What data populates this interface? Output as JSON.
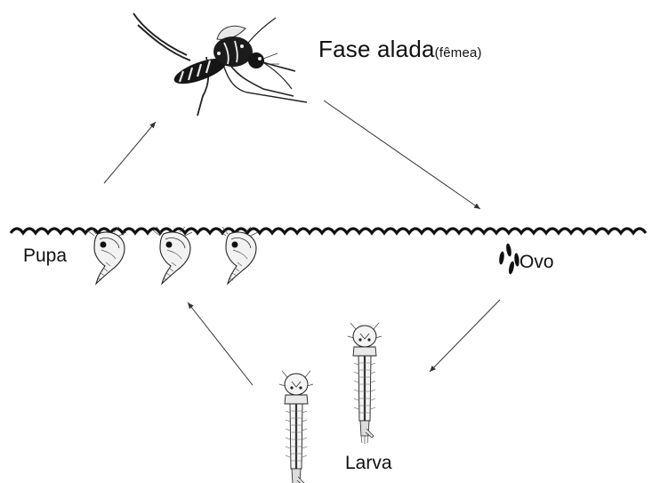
{
  "labels": {
    "adult_main": "Fase alada",
    "adult_sub": "(fêmea)",
    "pupa": "Pupa",
    "egg": "Ovo",
    "larva": "Larva"
  },
  "colors": {
    "ink": "#111111",
    "water": "#111111",
    "arrow": "#333333",
    "background": "#ffffff"
  },
  "icons": {
    "adult": "mosquito-icon",
    "pupa": "pupa-icon",
    "egg": "egg-icon",
    "larva": "larva-icon"
  },
  "counts": {
    "pupae": 3,
    "eggs": 4,
    "larvae": 2
  }
}
